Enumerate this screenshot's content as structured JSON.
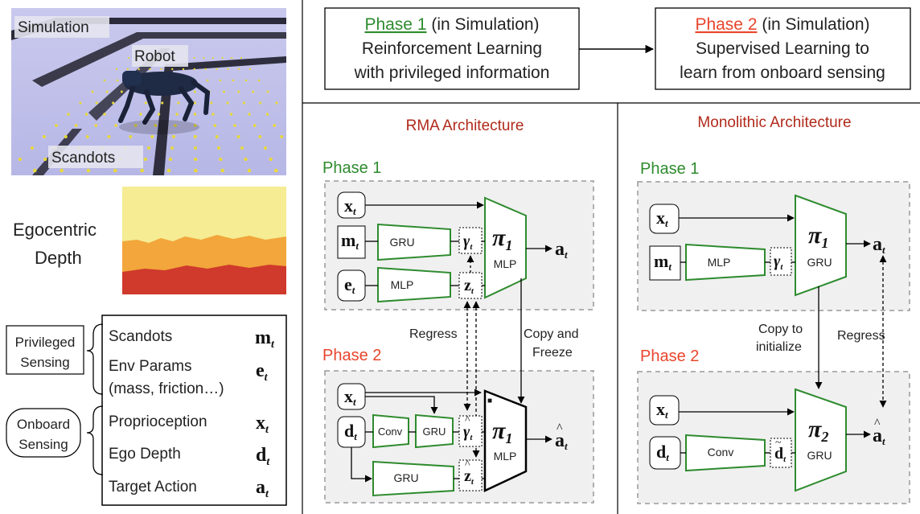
{
  "sim_image": {
    "label_simulation": "Simulation",
    "label_robot": "Robot",
    "label_scandots": "Scandots"
  },
  "depth_label": {
    "line1": "Egocentric",
    "line2": "Depth"
  },
  "legend": {
    "privileged": {
      "line1": "Privileged",
      "line2": "Sensing"
    },
    "onboard": {
      "line1": "Onboard",
      "line2": "Sensing"
    },
    "items": [
      {
        "name": "Scandots",
        "symbol": "m",
        "sub": "t"
      },
      {
        "name": "Env Params",
        "name2": "(mass, friction…)",
        "symbol": "e",
        "sub": "t"
      },
      {
        "name": "Proprioception",
        "symbol": "x",
        "sub": "t"
      },
      {
        "name": "Ego Depth",
        "symbol": "d",
        "sub": "t"
      },
      {
        "name": "Target Action",
        "symbol": "a",
        "sub": "t"
      }
    ]
  },
  "phase_boxes": {
    "phase1": {
      "word": "Phase 1",
      "rest": " (in Simulation)",
      "line2": "Reinforcement Learning",
      "line3": "with privileged information"
    },
    "phase2": {
      "word": "Phase 2",
      "rest": " (in Simulation)",
      "line2": "Supervised Learning to",
      "line3": "learn from onboard sensing"
    }
  },
  "rma": {
    "title": "RMA Architecture",
    "phase1_label": "Phase 1",
    "phase2_label": "Phase 2",
    "gru": "GRU",
    "mlp": "MLP",
    "conv": "Conv",
    "policy_sub": "1",
    "policy_net": "MLP",
    "regress": "Regress",
    "copy_line1": "Copy and",
    "copy_line2": "Freeze"
  },
  "mono": {
    "title": "Monolithic Architecture",
    "phase1_label": "Phase 1",
    "phase2_label": "Phase 2",
    "mlp": "MLP",
    "conv": "Conv",
    "policy1_sub": "1",
    "policy2_sub": "2",
    "policy_net": "GRU",
    "copy_line1": "Copy to",
    "copy_line2": "initialize",
    "regress": "Regress"
  },
  "symbols": {
    "pi": "π",
    "gamma": "γ",
    "z": "z",
    "d": "d",
    "x": "x",
    "m": "m",
    "e": "e",
    "a": "a",
    "t": "t"
  },
  "colors": {
    "green": "#2e8b2e",
    "red_title": "#b02a1a",
    "phase2_red": "#e8452c",
    "panel_bg": "#f0f0f0",
    "depth_yellow": "#f5ec93",
    "depth_orange": "#f2a63b",
    "depth_red": "#cf3a2c"
  }
}
